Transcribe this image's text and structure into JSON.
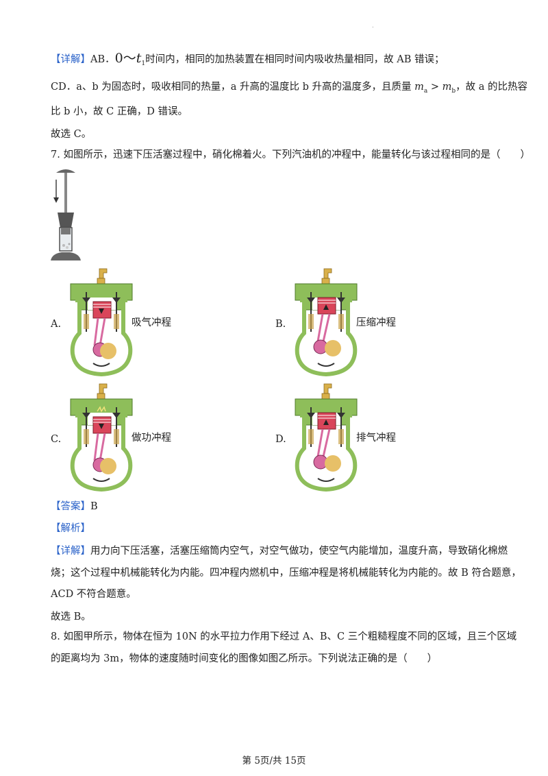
{
  "detail1": {
    "tag": "【详解】",
    "p1a": "AB．",
    "p1_math_lead": "0～",
    "p1_math_var": "t",
    "p1_math_sub": "1",
    "p1b": "时间内，相同的加热装置在相同时间内吸收热量相同，故 AB 错误；",
    "p2a": "CD．a、b 为固态时，吸收相同的热量，a 升高的温度比 b 升高的温度多，且质量 ",
    "p2_m1": "m",
    "p2_sub1": "a",
    "p2_gt": " > ",
    "p2_m2": "m",
    "p2_sub2": "b",
    "p2b": "，故 a 的比热容",
    "p3": "比 b 小，故 C 正确，D 错误。",
    "p4": "故选 C。"
  },
  "q7": {
    "stem": "7. 如图所示，迅速下压活塞过程中，硝化棉着火。下列汽油机的冲程中，能量转化与该过程相同的是（　　）",
    "options": [
      {
        "letter": "A.",
        "label": "吸气冲程"
      },
      {
        "letter": "B.",
        "label": "压缩冲程"
      },
      {
        "letter": "C.",
        "label": "做功冲程"
      },
      {
        "letter": "D.",
        "label": "排气冲程"
      }
    ],
    "answer_tag": "【答案】",
    "answer": "B",
    "analysis_tag": "【解析】",
    "detail_tag": "【详解】",
    "detail_l1": "用力向下压活塞，活塞压缩筒内空气，对空气做功，使空气内能增加，温度升高，导致硝化棉燃",
    "detail_l2": "烧；这个过程中机械能转化为内能。四冲程内燃机中，压缩冲程是将机械能转化为内能的。故 B 符合题意，",
    "detail_l3": "ACD 不符合题意。",
    "conclusion": "故选 B。"
  },
  "q8": {
    "l1": "8. 如图甲所示，物体在恒为 10N 的水平拉力作用下经过 A、B、C 三个粗糙程度不同的区域，且三个区域",
    "l2": "的距离均为 3m，物体的速度随时间变化的图像如图乙所示。下列说法正确的是（　　）"
  },
  "footer": "第 5页/共 15页",
  "colors": {
    "tag_blue": "#2a62c9",
    "engine_green": "#8ebe5a",
    "piston_red": "#d9455a",
    "rod_pink": "#d86aa0",
    "spark_gold": "#d9b04a"
  }
}
